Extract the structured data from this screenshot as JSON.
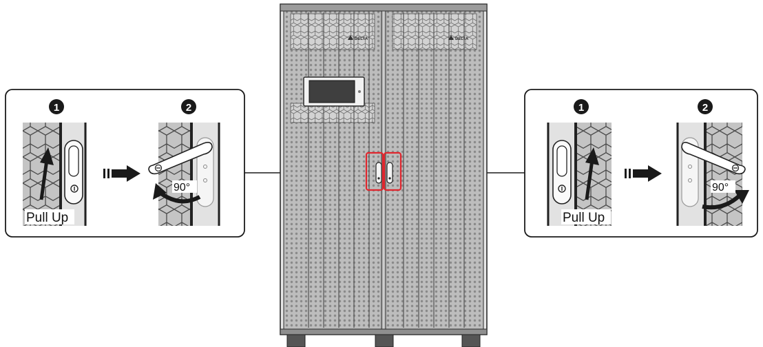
{
  "cabinet": {
    "brand_left": "DELTA",
    "brand_right": "DELTA"
  },
  "left_panel": {
    "step1_number": "1",
    "step2_number": "2",
    "step1_caption": "Pull Up",
    "step2_angle": "90°"
  },
  "right_panel": {
    "step1_number": "1",
    "step2_number": "2",
    "step1_caption": "Pull Up",
    "step2_angle": "90°"
  },
  "colors": {
    "highlight": "#e0262e",
    "badge": "#1a1a1a",
    "steel": "#a9a9a9",
    "frame": "#2b2b2b"
  },
  "icons": [
    "step-number-icon",
    "arrow-up-icon",
    "arrow-right-icon",
    "rotate-arrow-icon",
    "door-handle-icon",
    "lock-cylinder-icon",
    "brand-logo-icon"
  ]
}
